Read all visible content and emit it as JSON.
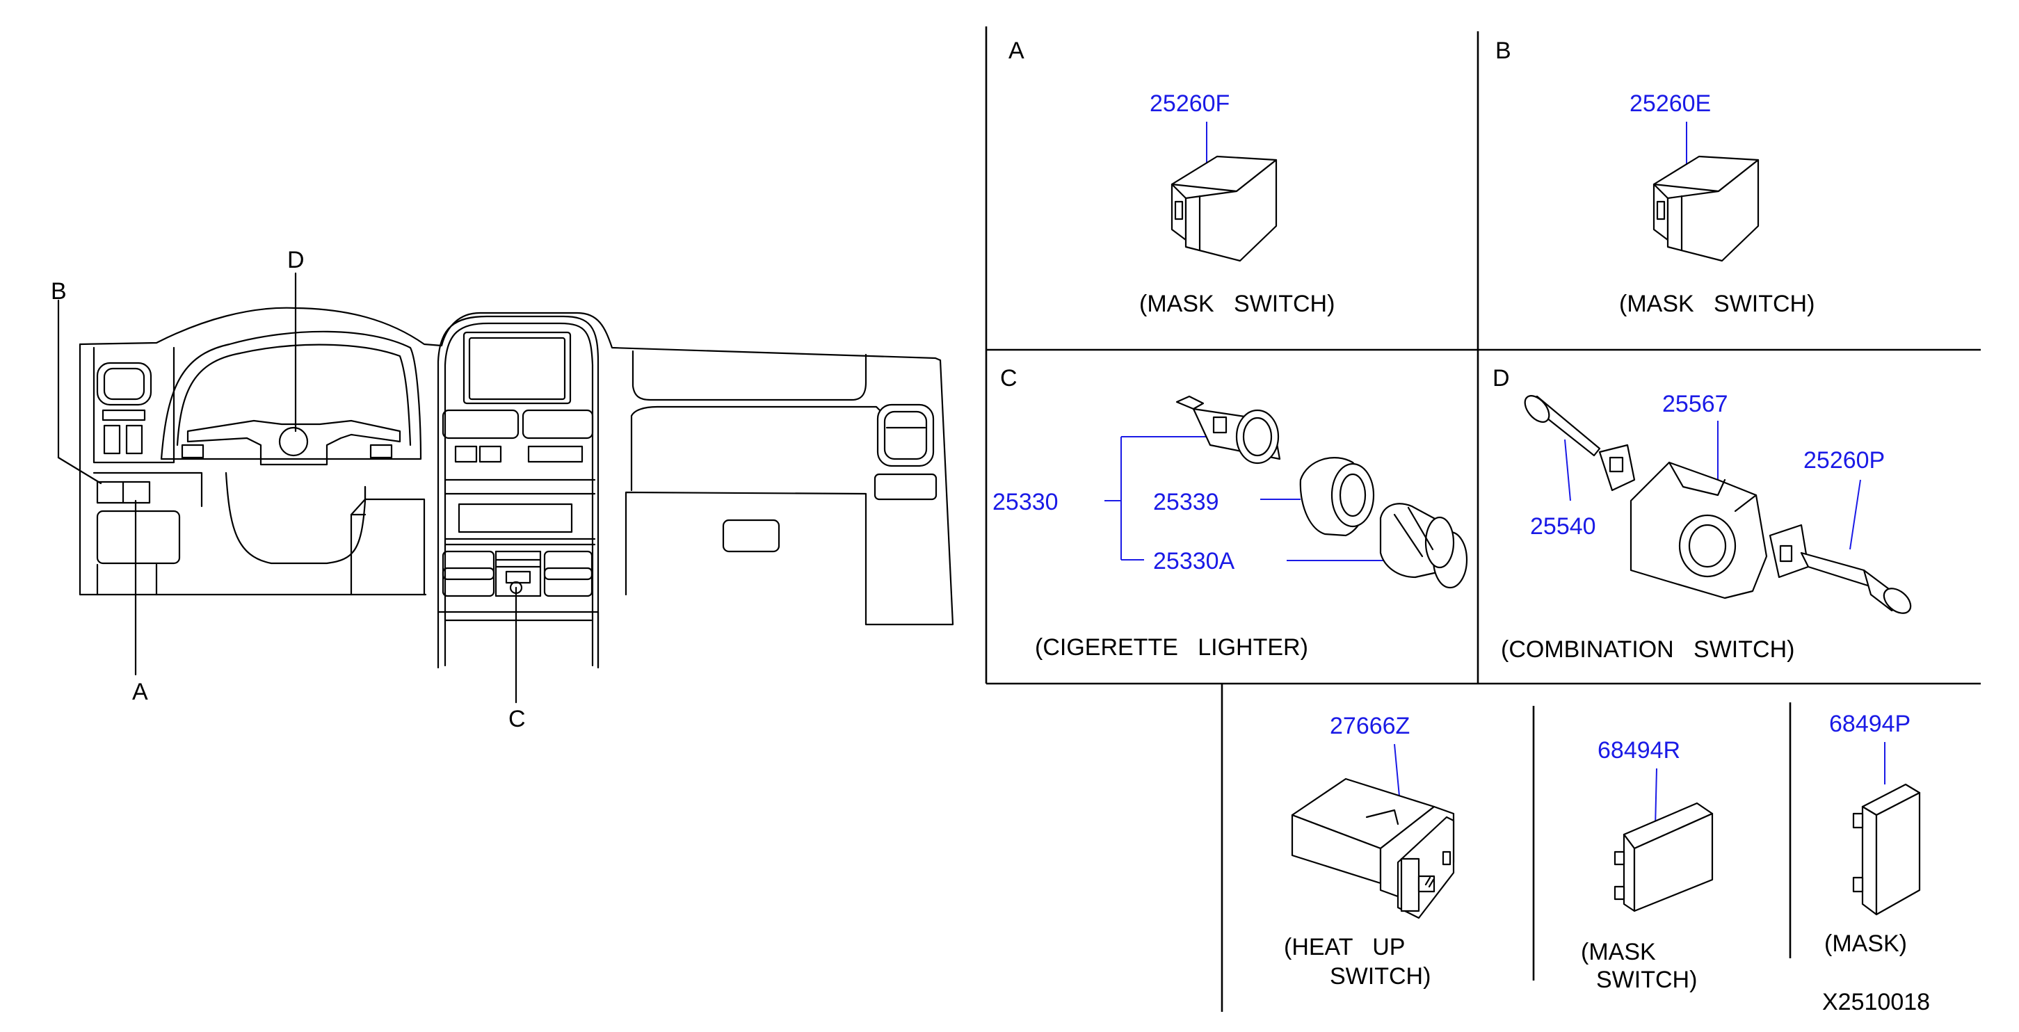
{
  "diagram": {
    "figure_id": "X2510018",
    "overview": {
      "callouts": {
        "a": "A",
        "b": "B",
        "c": "C",
        "d": "D"
      }
    },
    "sections": {
      "a": {
        "letter": "A",
        "part": "25260F",
        "caption": "(MASK   SWITCH)"
      },
      "b": {
        "letter": "B",
        "part": "25260E",
        "caption": "(MASK   SWITCH)"
      },
      "c": {
        "letter": "C",
        "parts": {
          "assembly": "25330",
          "socket": "25339",
          "plug": "25330A"
        },
        "caption": "(CIGERETTE   LIGHTER)"
      },
      "d": {
        "letter": "D",
        "parts": {
          "body": "25567",
          "lever_left": "25540",
          "lever_right": "25260P"
        },
        "caption": "(COMBINATION   SWITCH)"
      },
      "heat": {
        "part": "27666Z",
        "caption_1": "(HEAT   UP",
        "caption_2": "SWITCH)"
      },
      "mask_r": {
        "part": "68494R",
        "caption_1": "(MASK",
        "caption_2": "SWITCH)"
      },
      "mask_p": {
        "part": "68494P",
        "caption": "(MASK)"
      }
    }
  }
}
